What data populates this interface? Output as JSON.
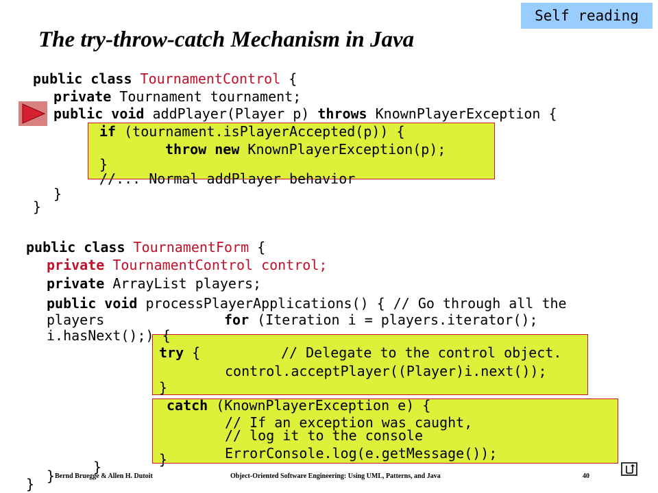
{
  "badge": "Self reading",
  "title": "The try-throw-catch  Mechanism in Java",
  "code1": {
    "l1_kw": "public class ",
    "l1_name": "TournamentControl",
    "l1_rest": " {",
    "l2_kw": "private ",
    "l2_rest": "Tournament tournament;",
    "l3_kw1": "public void ",
    "l3_mid": "addPlayer(Player p) ",
    "l3_kw2": "throws ",
    "l3_rest": "KnownPlayerException {",
    "l4_kw": "if ",
    "l4_rest": "(tournament.isPlayerAccepted(p)) {",
    "l5_kw": "throw new ",
    "l5_rest": "KnownPlayerException(p);",
    "l6": "}",
    "l7": "//... Normal addPlayer behavior",
    "l8": "}",
    "l9": "}"
  },
  "code2": {
    "l1_kw": "public class ",
    "l1_name": "TournamentForm",
    "l1_rest": " {",
    "l2_kw": "private ",
    "l2_rest": "TournamentControl control;",
    "l3_kw": "private ",
    "l3_rest": "ArrayList players;",
    "l4_kw": "public void ",
    "l4_rest": "processPlayerApplications() { // Go through all the",
    "l5_a": "players",
    "l5_kw": "for ",
    "l5_rest": "(Iteration i = players.iterator();",
    "l6": "i.hasNext();) {",
    "l7_kw": "try ",
    "l7_brace": "{",
    "l7_comment": "// Delegate to the control object.",
    "l8": "control.acceptPlayer((Player)i.next());",
    "l9": "}",
    "l10_kw": "catch ",
    "l10_rest": "(KnownPlayerException e) {",
    "l11": "// If an exception was caught,",
    "l12": "// log it to the console",
    "l13": "ErrorConsole.log(e.getMessage());",
    "l14": "}",
    "l15": "}",
    "l16": "}",
    "l17": "}"
  },
  "footer": {
    "left": "Bernd Bruegge & Allen H. Dutoit",
    "center": "Object-Oriented Software Engineering: Using UML, Patterns, and Java",
    "page": "40"
  },
  "icons": {
    "pointer": "play-arrow-icon",
    "nav": "return-arrow-icon"
  },
  "colors": {
    "highlight": "#ddf03a",
    "border": "#c8102e",
    "badge": "#99ccff",
    "keyword_red": "#c0102a"
  }
}
